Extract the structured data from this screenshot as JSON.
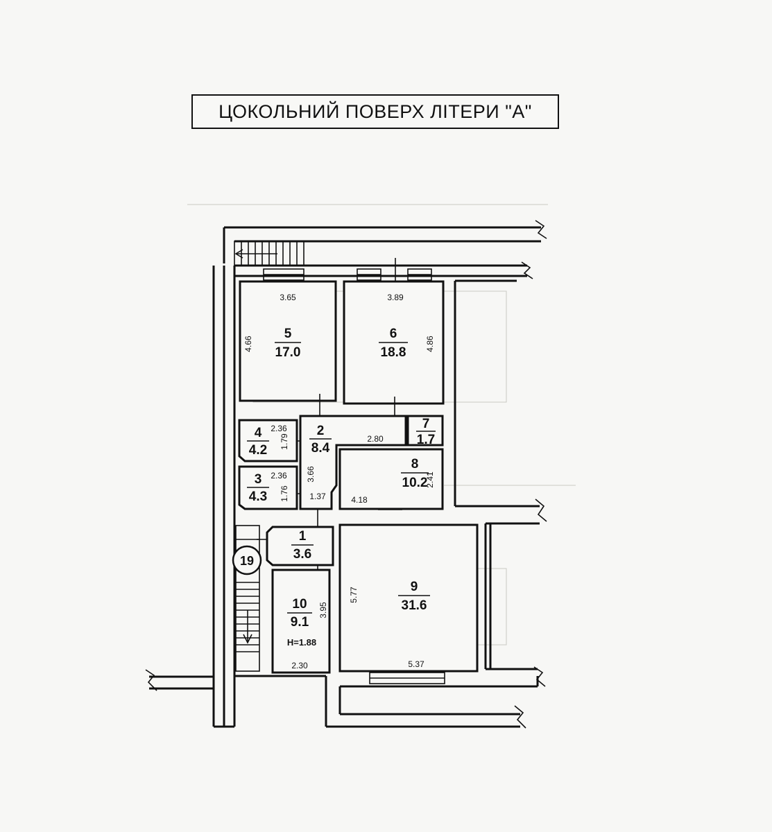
{
  "title": "ЦОКОЛЬНИЙ ПОВЕРХ  ЛІТЕРИ \"А\"",
  "staircase_marker": "19",
  "rooms": [
    {
      "id": "5",
      "area": "17.0",
      "dims": [
        "3.65",
        "4.66"
      ]
    },
    {
      "id": "6",
      "area": "18.8",
      "dims": [
        "3.89",
        "4.86"
      ]
    },
    {
      "id": "4",
      "area": "4.2",
      "dims": [
        "2.36"
      ]
    },
    {
      "id": "2",
      "area": "8.4",
      "dims": [
        "1.79",
        "2.80",
        "3.66",
        "1.37"
      ]
    },
    {
      "id": "7",
      "area": "1.7",
      "dims": []
    },
    {
      "id": "3",
      "area": "4.3",
      "dims": [
        "2.36",
        "1.76"
      ]
    },
    {
      "id": "8",
      "area": "10.2",
      "dims": [
        "2.41",
        "4.18"
      ]
    },
    {
      "id": "1",
      "area": "3.6",
      "dims": []
    },
    {
      "id": "9",
      "area": "31.6",
      "dims": [
        "5.77",
        "5.37"
      ]
    },
    {
      "id": "10",
      "area": "9.1",
      "dims": [
        "3.95",
        "2.30"
      ],
      "note": "H=1.88"
    }
  ]
}
